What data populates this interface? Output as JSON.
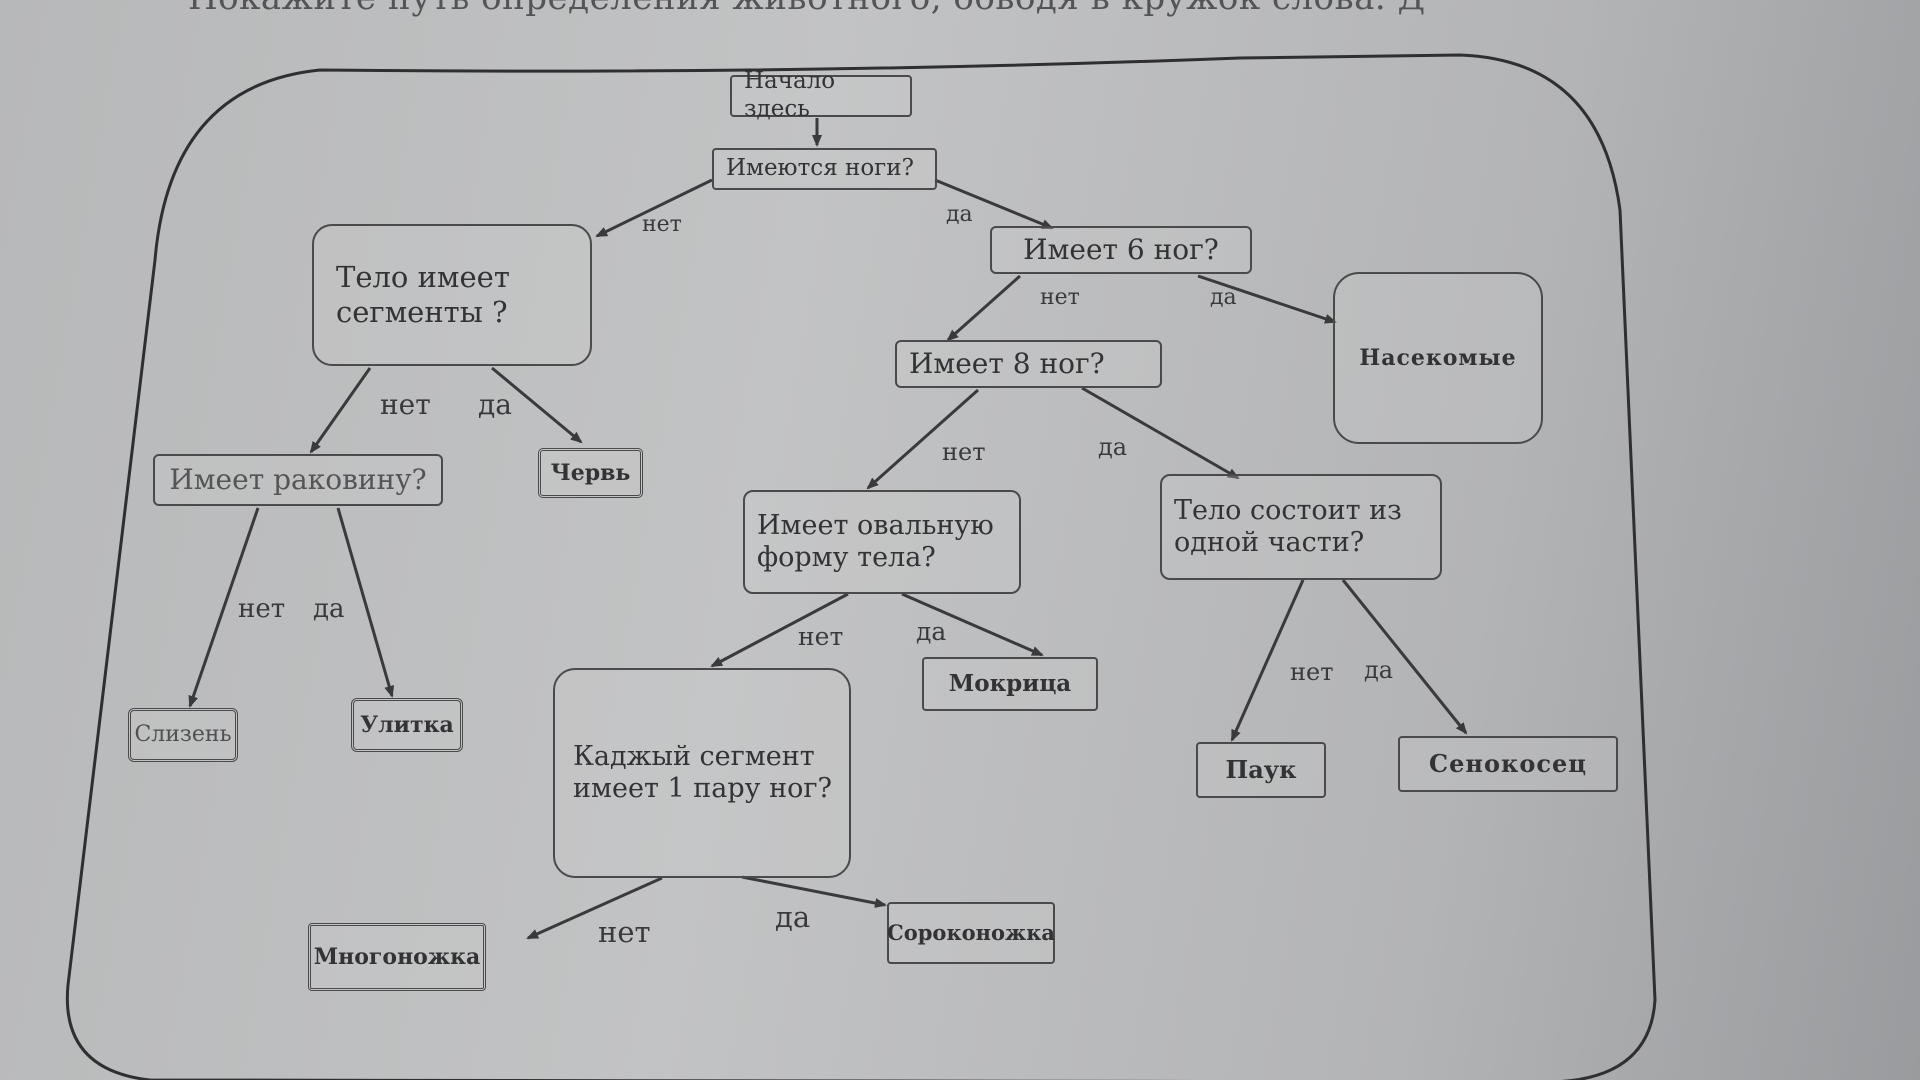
{
  "header": "Покажите путь определения животного, обводя в кружок слова. Д",
  "nodes": {
    "start": "Начало здесь",
    "legs": "Имеются ноги?",
    "segments": "Тело имеет сегменты ?",
    "six_legs": "Имеет 6 ног?",
    "insects": "Насекомые",
    "eight_legs": "Имеет 8 ног?",
    "shell": "Имеет раковину?",
    "worm": "Червь",
    "oval_body": "Имеет овальную форму тела?",
    "one_part": "Тело состоит из одной части?",
    "slug": "Слизень",
    "snail": "Улитка",
    "pair_legs": "Каджый сегмент имеет 1 пару ног?",
    "woodlouse": "Мокрица",
    "spider": "Паук",
    "harvestman": "Сенокосец",
    "millipede": "Многоножка",
    "centipede": "Сороконожка"
  },
  "labels": {
    "legs_no": "нет",
    "legs_yes": "да",
    "six_no": "нет",
    "six_yes": "да",
    "seg_no": "нет",
    "seg_yes": "да",
    "eight_no": "нет",
    "eight_yes": "да",
    "shell_no": "нет",
    "shell_yes": "да",
    "oval_no": "нет",
    "oval_yes": "да",
    "one_no": "нет",
    "one_yes": "да",
    "pair_no": "нет",
    "pair_yes": "да"
  }
}
